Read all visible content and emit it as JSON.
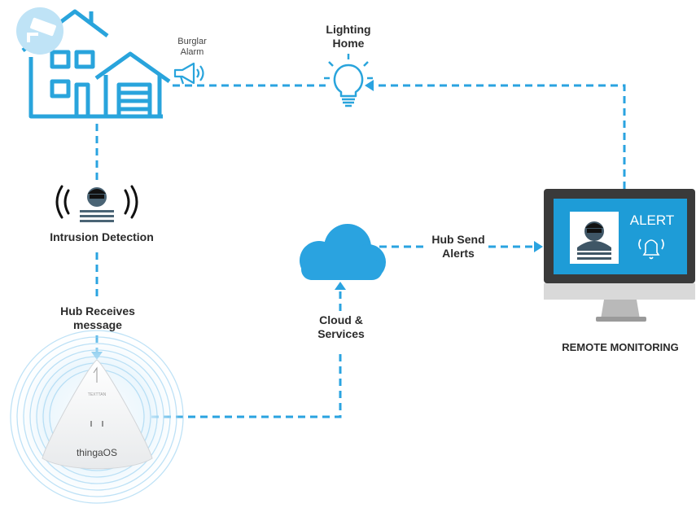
{
  "labels": {
    "burglar_alarm_1": "Burglar",
    "burglar_alarm_2": "Alarm",
    "lighting_home_1": "Lighting",
    "lighting_home_2": "Home",
    "intrusion_detection": "Intrusion Detection",
    "hub_receives_1": "Hub Receives",
    "hub_receives_2": "message",
    "cloud_services_1": "Cloud &",
    "cloud_services_2": "Services",
    "hub_send_1": "Hub Send",
    "hub_send_2": "Alerts",
    "remote_monitoring": "REMOTE MONITORING",
    "alert": "ALERT",
    "hub_brand": "thingaOS",
    "hub_top_text": "TEXTTAN"
  },
  "colors": {
    "primary_blue": "#2aa3e0",
    "icon_blue": "#29a4dc",
    "light_blue_badge": "#bfe3f6",
    "dark_text": "#2b2b2b",
    "screen_blue": "#1e9cd7",
    "monitor_frame": "#3a3a3a",
    "monitor_stand": "#b9b9b9"
  }
}
